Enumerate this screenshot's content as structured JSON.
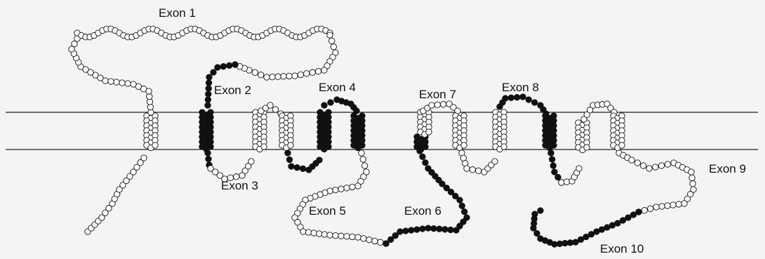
{
  "diagram": {
    "exon_labels": {
      "exon1": "Exon 1",
      "exon2": "Exon 2",
      "exon3": "Exon 3",
      "exon4": "Exon 4",
      "exon5": "Exon 5",
      "exon6": "Exon 6",
      "exon7": "Exon 7",
      "exon8": "Exon 8",
      "exon9": "Exon 9",
      "exon10": "Exon 10"
    },
    "colors": {
      "background": "#f4f4f4",
      "open_bead_fill": "#ffffff",
      "filled_bead": "#111111",
      "membrane_line": "#222222"
    }
  }
}
